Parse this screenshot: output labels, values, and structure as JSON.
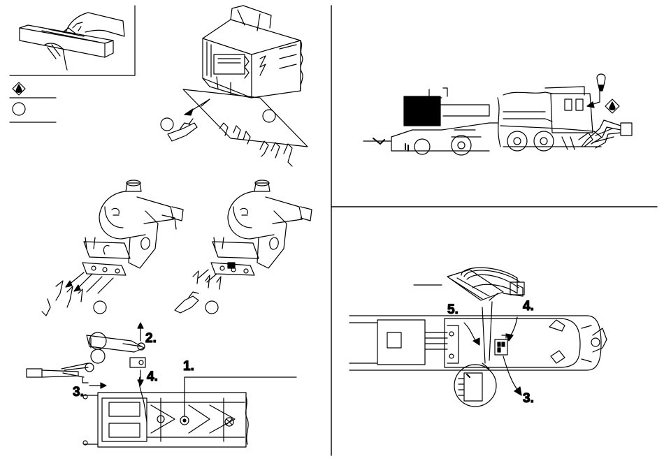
{
  "steps": {
    "left_2": "2.",
    "left_4": "4.",
    "left_3": "3.",
    "left_1": "1.",
    "right_5": "5.",
    "right_4": "4.",
    "right_3": "3."
  },
  "icons": {
    "oil": "oil-drop-diamond-icon",
    "step_marker": "circle-marker-icon",
    "mount_fixture": "mounting-fixture-illustration"
  },
  "colors": {
    "ink": "#000000",
    "paper": "#ffffff"
  }
}
